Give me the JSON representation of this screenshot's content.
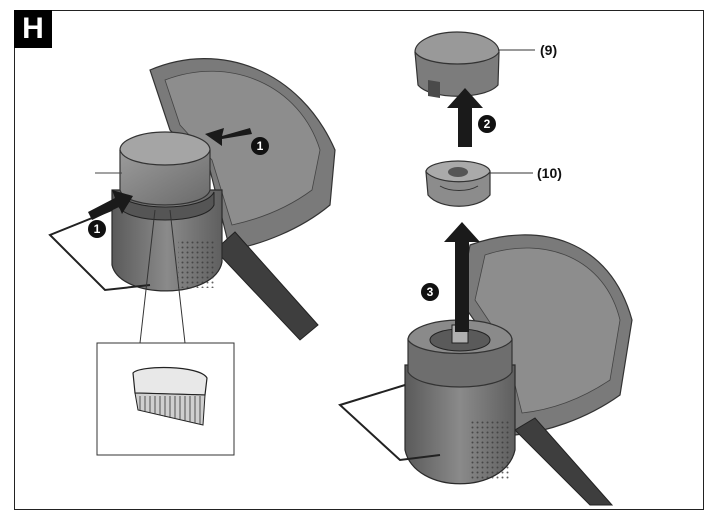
{
  "figure": {
    "label": "H",
    "callouts": {
      "part_9": "(9)",
      "part_10": "(10)"
    },
    "steps": {
      "step1_left": "1",
      "step1_top": "1",
      "step2": "2",
      "step3": "3"
    },
    "colors": {
      "body": "#6d6d6d",
      "body_dark": "#4a4a4a",
      "body_light": "#9a9a9a",
      "guard": "#7a7a7a",
      "arrow": "#1a1a1a"
    }
  }
}
